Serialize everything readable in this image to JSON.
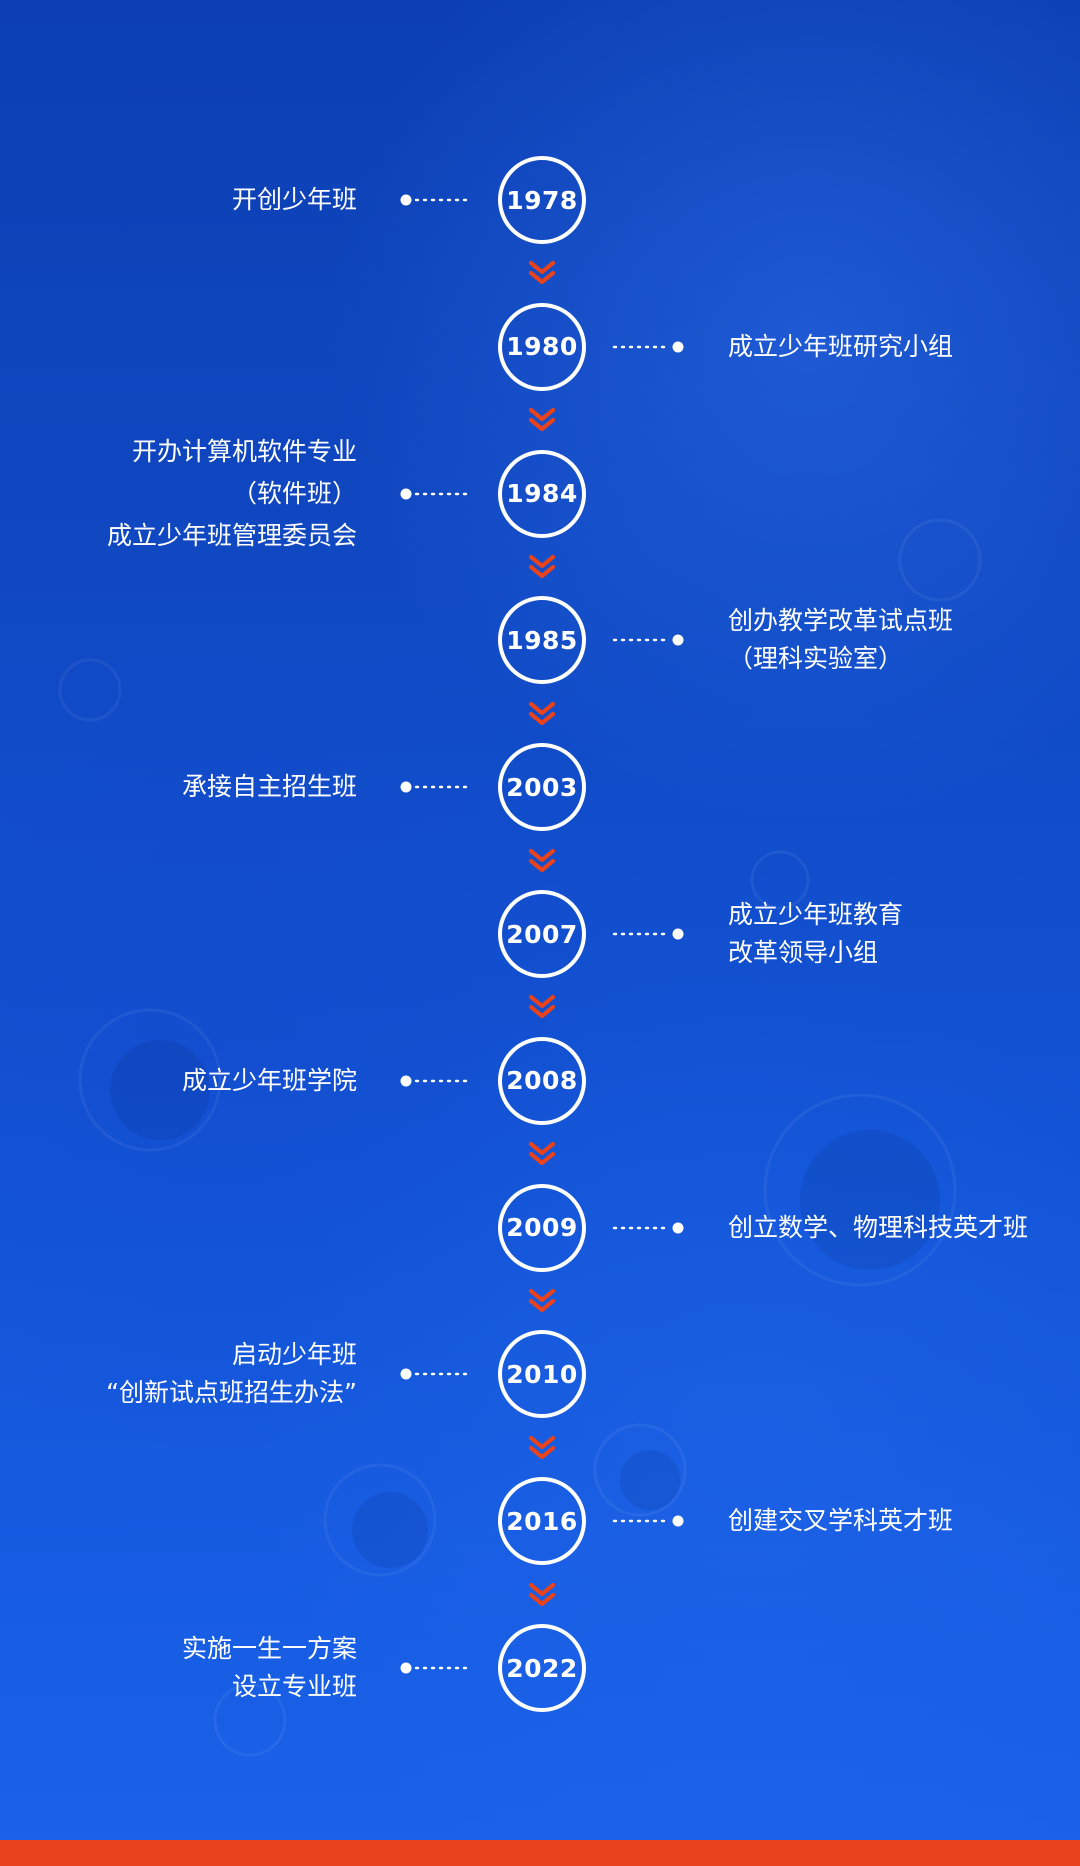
{
  "timeline": [
    {
      "year": "1978",
      "lines": [
        "开创少年班"
      ]
    },
    {
      "year": "1980",
      "lines": [
        "成立少年班研究小组"
      ]
    },
    {
      "year": "1984",
      "lines": [
        "开办计算机软件专业",
        "（软件班）",
        "成立少年班管理委员会"
      ]
    },
    {
      "year": "1985",
      "lines": [
        "创办教学改革试点班",
        "（理科实验室）"
      ]
    },
    {
      "year": "2003",
      "lines": [
        "承接自主招生班"
      ]
    },
    {
      "year": "2007",
      "lines": [
        "成立少年班教育",
        "改革领导小组"
      ]
    },
    {
      "year": "2008",
      "lines": [
        "成立少年班学院"
      ]
    },
    {
      "year": "2009",
      "lines": [
        "创立数学、物理科技英才班"
      ]
    },
    {
      "year": "2010",
      "lines": [
        "启动少年班",
        "“创新试点班招生办法”"
      ]
    },
    {
      "year": "2016",
      "lines": [
        "创建交叉学科英才班"
      ]
    },
    {
      "year": "2022",
      "lines": [
        "实施一生一方案",
        "设立专业班"
      ]
    }
  ],
  "colors": {
    "accent": "#e8431c",
    "ring": "#ffffff",
    "text": "#ffffff"
  }
}
